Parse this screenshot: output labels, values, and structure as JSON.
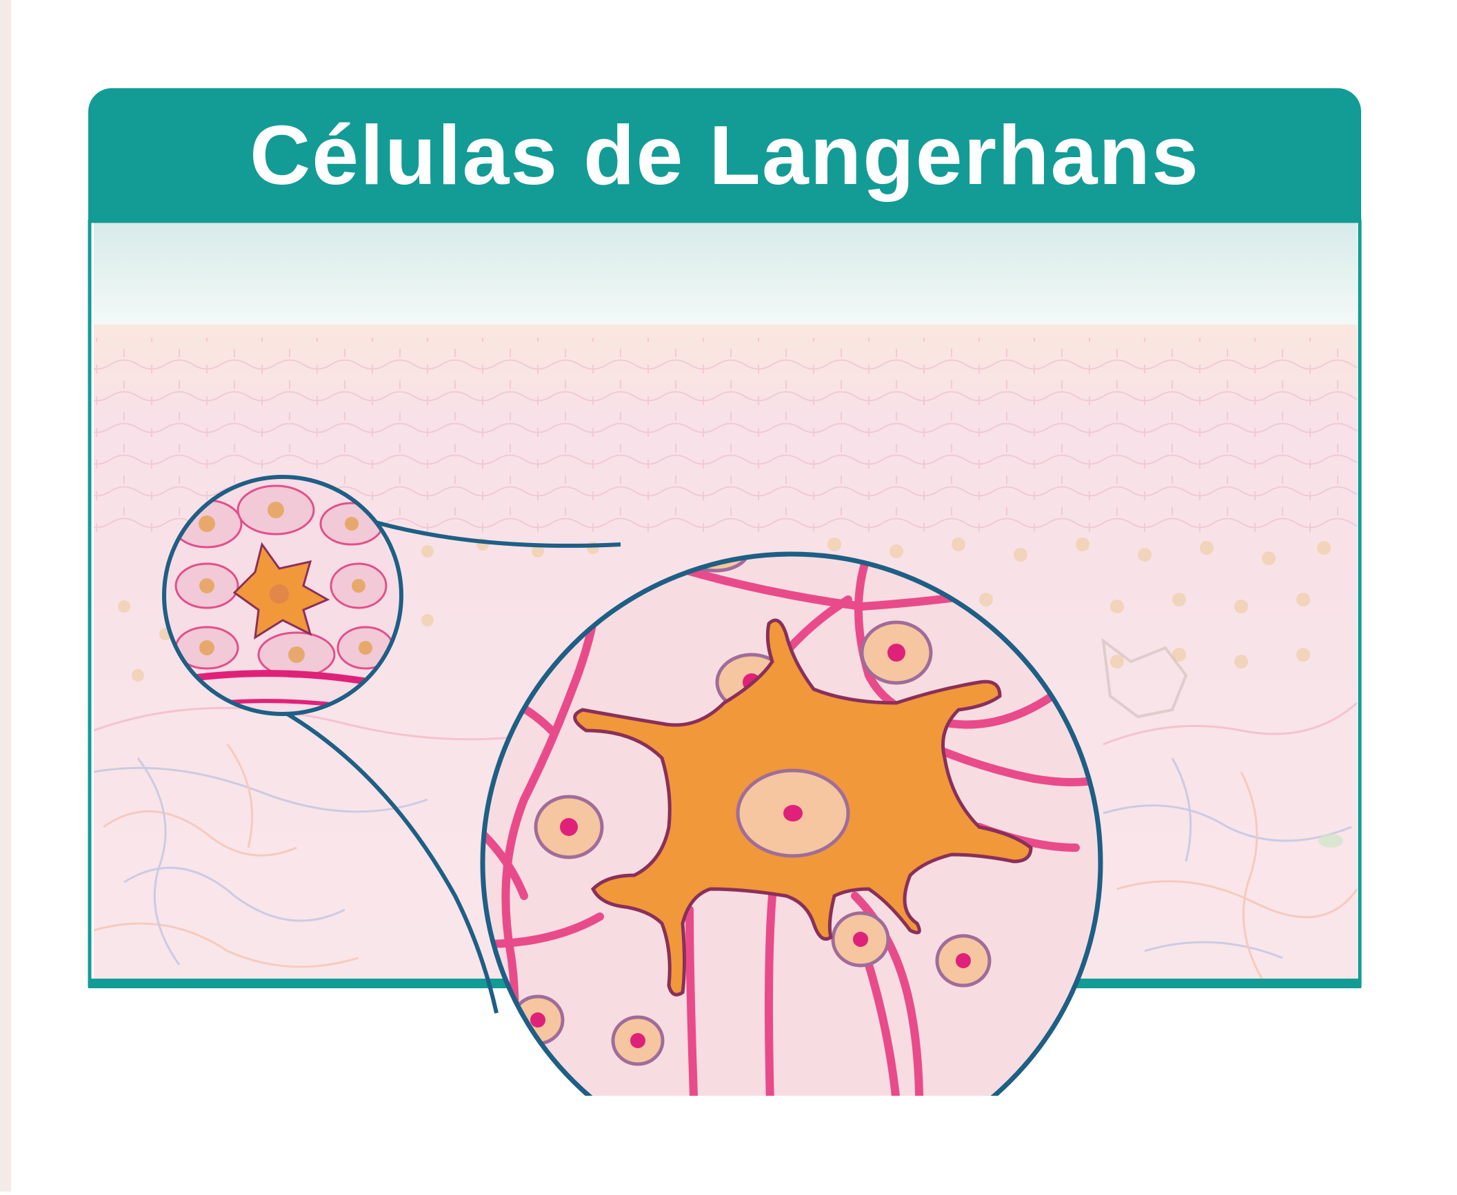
{
  "title": "Células de Langerhans",
  "icons": [
    "zoom-inset-small",
    "zoom-inset-large",
    "langerhans-cell"
  ],
  "colors": {
    "header": "#139b96",
    "frame": "#139b96",
    "skin_layer": "#f6e0e6",
    "cell_membrane": "#e94b8a",
    "langerhans_cell": "#f0983a",
    "nucleus_fill": "#f5c6a0",
    "nucleus_dot": "#e0217a",
    "lens_border": "#1e5f85"
  }
}
